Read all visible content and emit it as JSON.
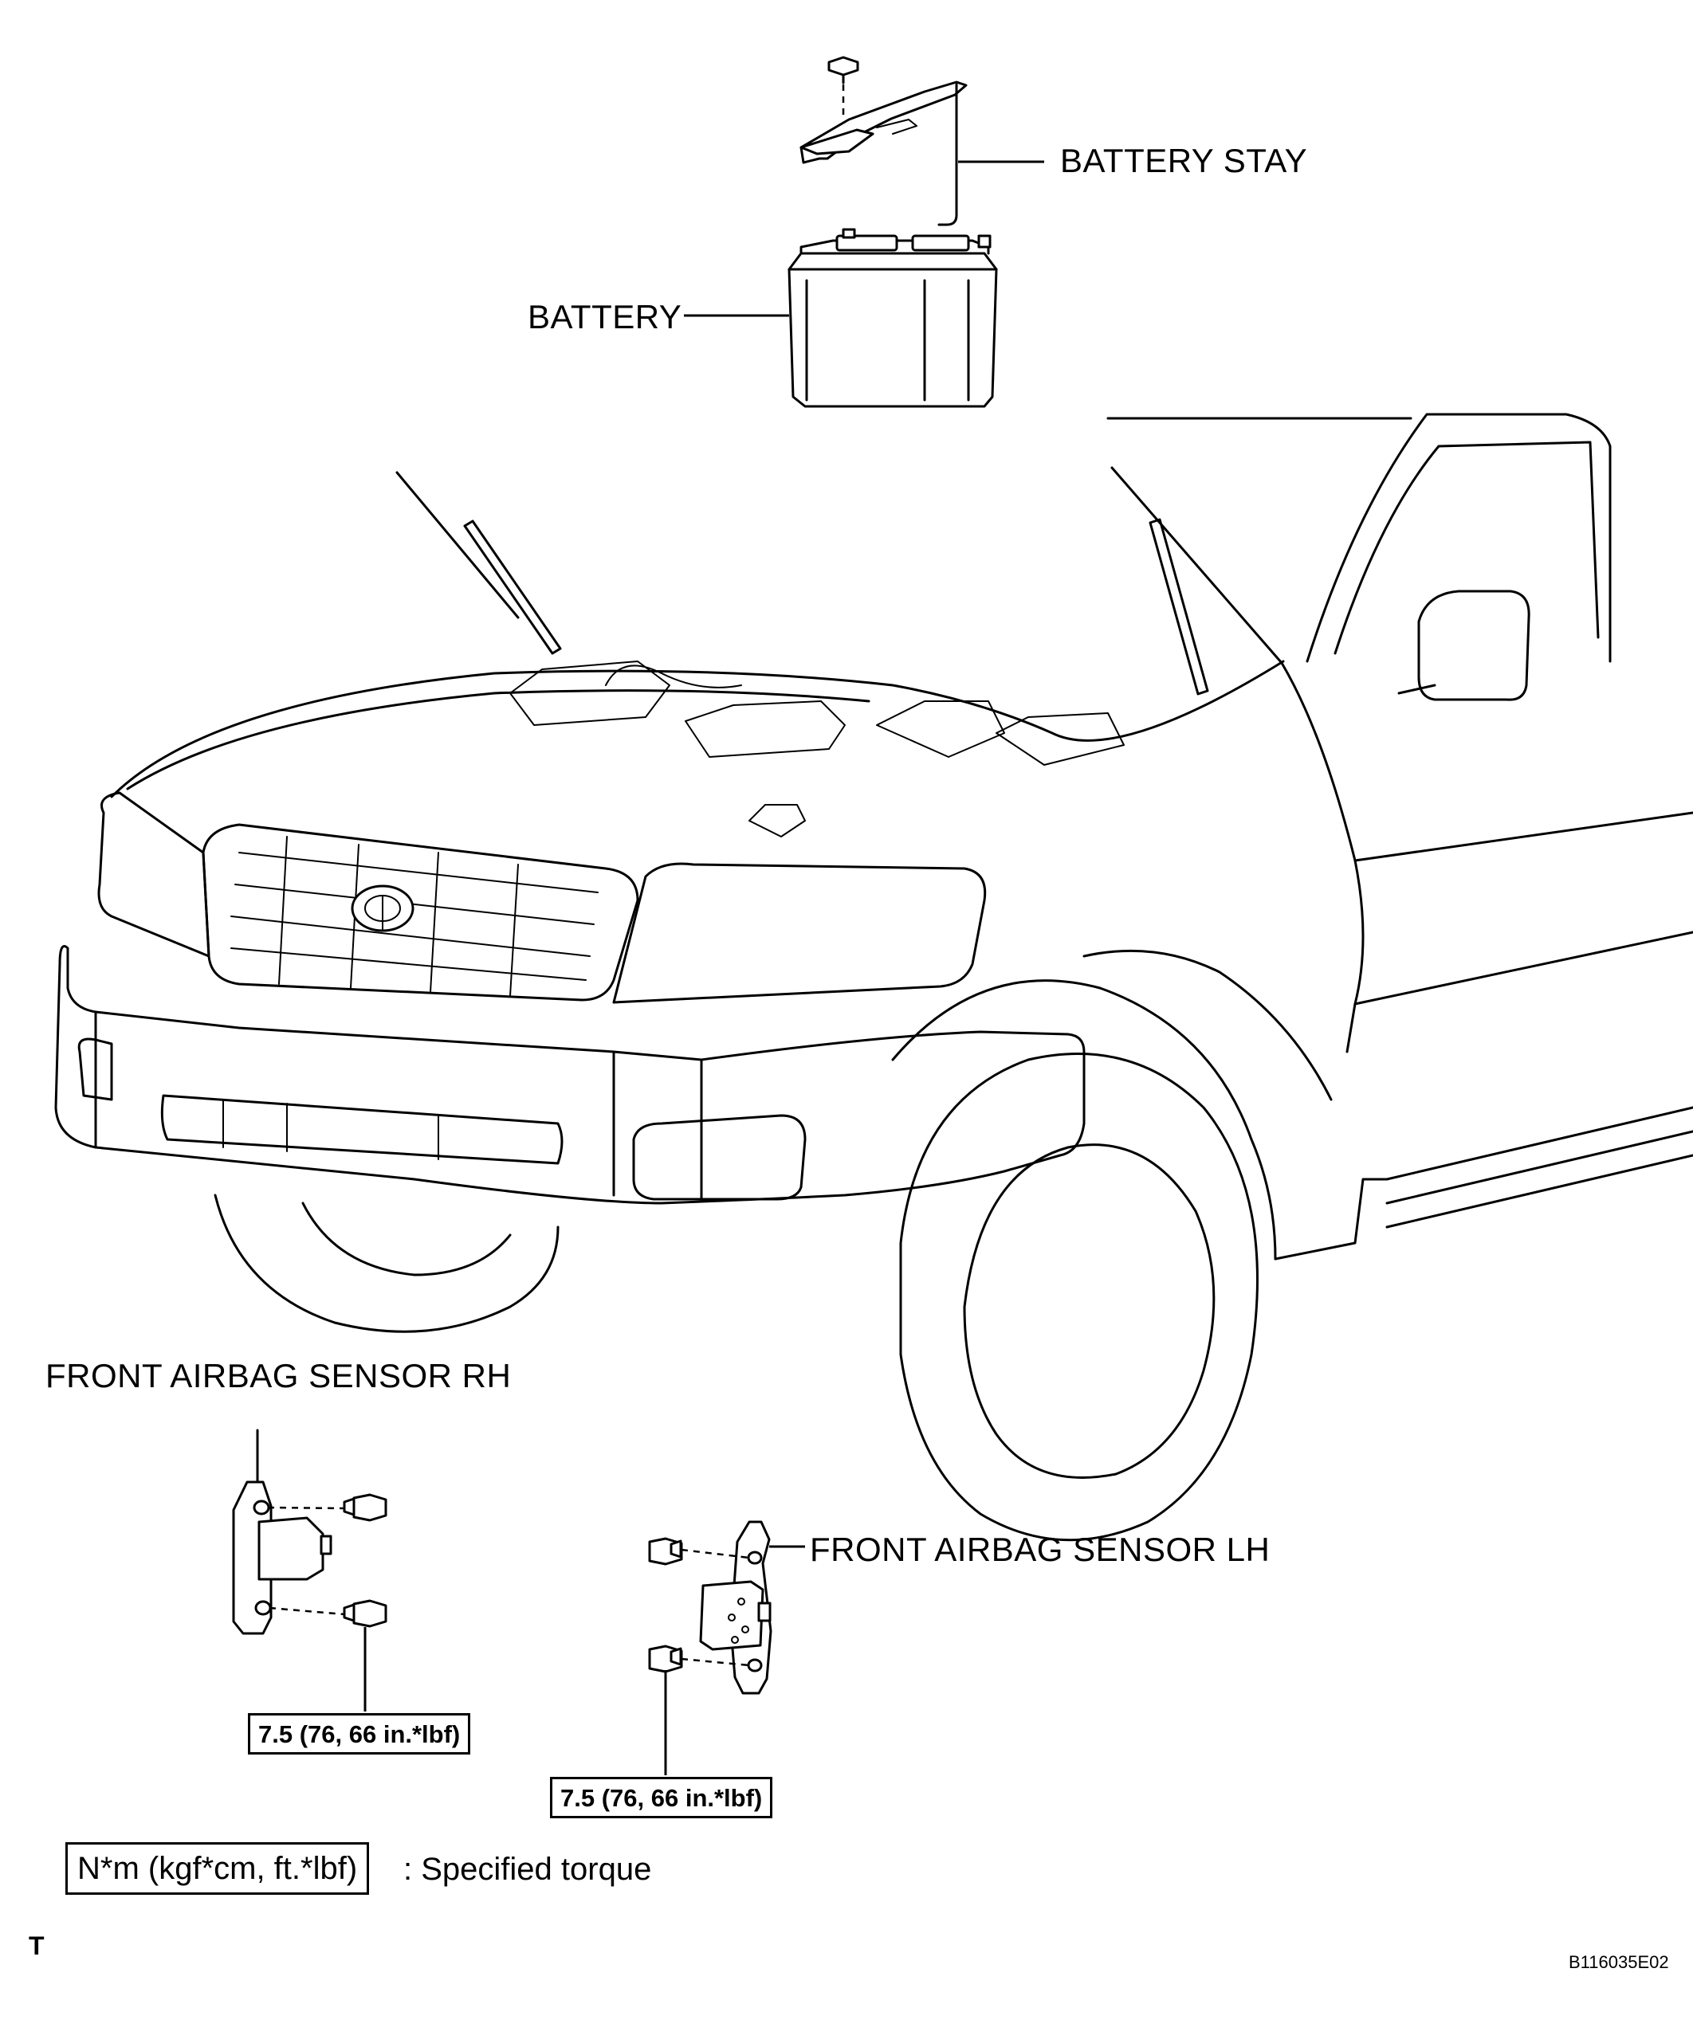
{
  "labels": {
    "battery_stay": "BATTERY STAY",
    "battery": "BATTERY",
    "front_airbag_sensor_rh": "FRONT AIRBAG SENSOR RH",
    "front_airbag_sensor_lh": "FRONT AIRBAG SENSOR LH"
  },
  "torque": {
    "rh": "7.5 (76, 66 in.*lbf)",
    "lh": "7.5 (76, 66 in.*lbf)"
  },
  "legend": {
    "unit_box": "N*m (kgf*cm, ft.*lbf)",
    "description": ": Specified torque"
  },
  "corner_mark": "T",
  "figure_id": "B116035E02"
}
